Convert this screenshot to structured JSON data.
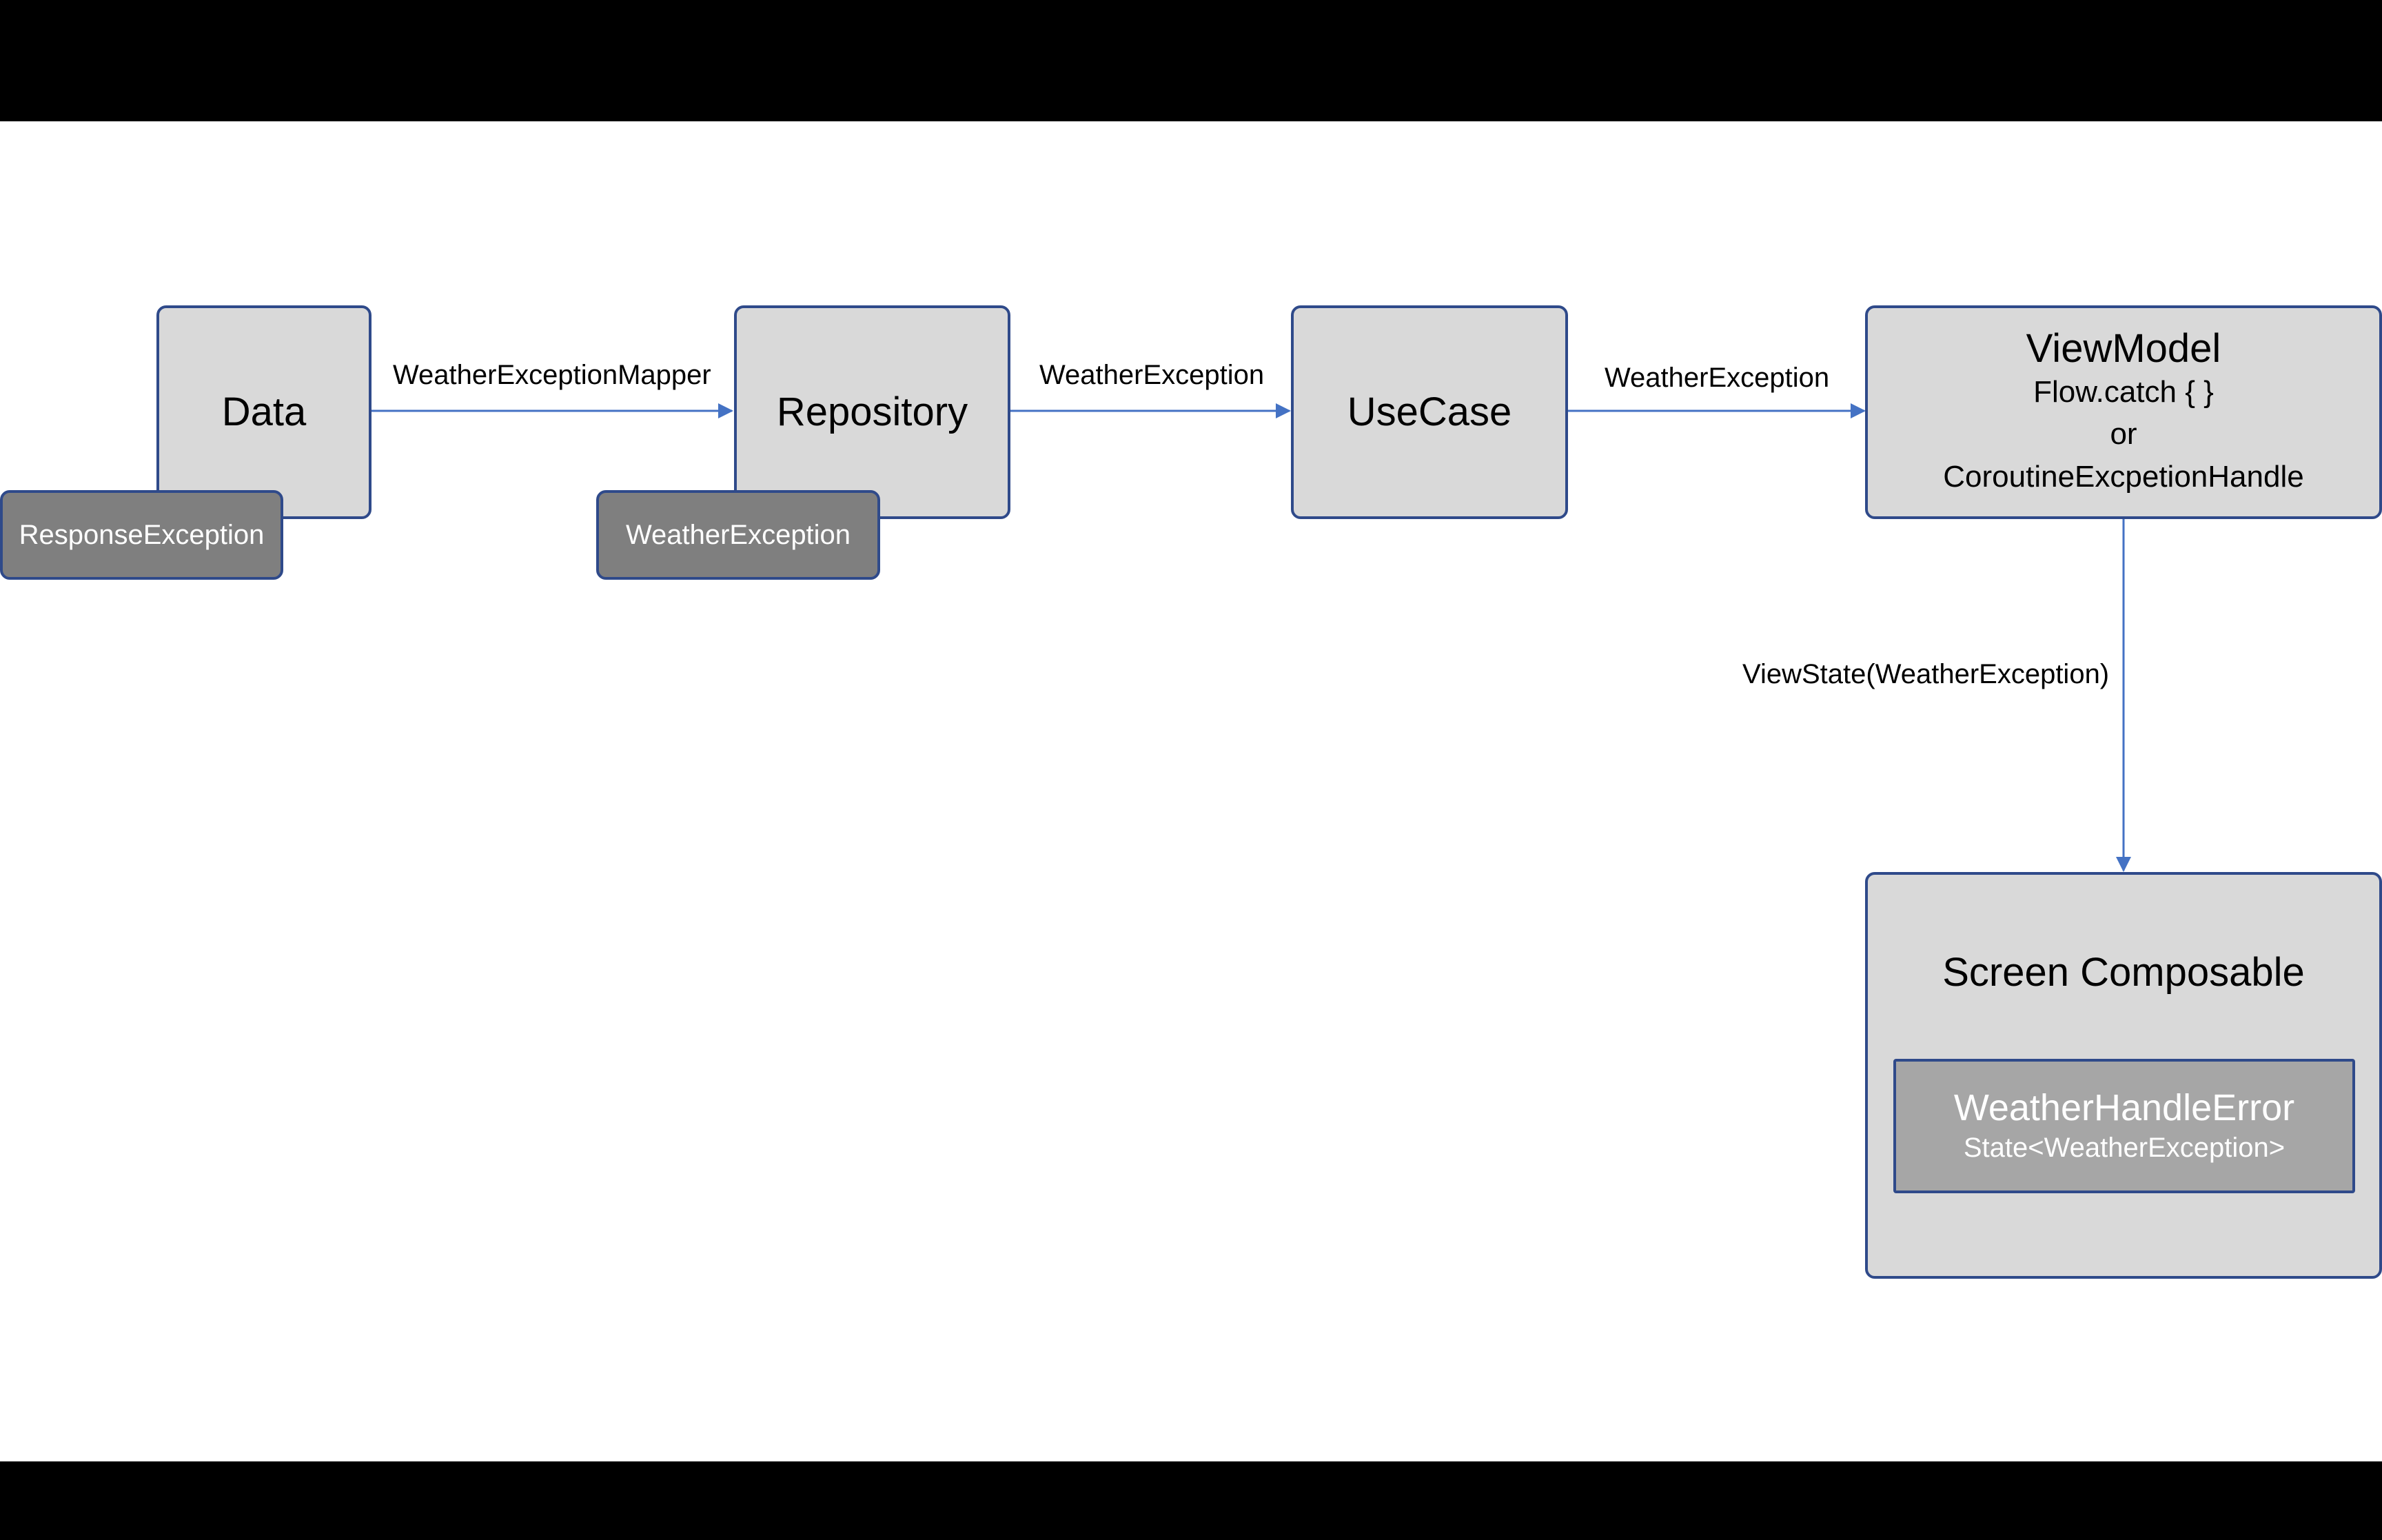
{
  "nodes": {
    "data": {
      "title": "Data",
      "tag": "ResponseException"
    },
    "repository": {
      "title": "Repository",
      "tag": "WeatherException"
    },
    "usecase": {
      "title": "UseCase"
    },
    "viewmodel": {
      "title": "ViewModel",
      "line1": "Flow.catch { }",
      "line2": "or",
      "line3": "CoroutineExcpetionHandle"
    },
    "screen": {
      "title": "Screen Composable",
      "inner_title": "WeatherHandleError",
      "inner_sub": "State<WeatherException>"
    }
  },
  "edges": {
    "data_to_repository": "WeatherExceptionMapper",
    "repository_to_usecase": "WeatherException",
    "usecase_to_viewmodel": "WeatherException",
    "viewmodel_to_screen": "ViewState(WeatherException)"
  },
  "colors": {
    "box_fill": "#d9d9d9",
    "tag_fill": "#7f7f7f",
    "inner_fill": "#a6a6a6",
    "border": "#2f4a8a",
    "arrow": "#4472c4",
    "frame": "#000000",
    "canvas": "#ffffff"
  }
}
